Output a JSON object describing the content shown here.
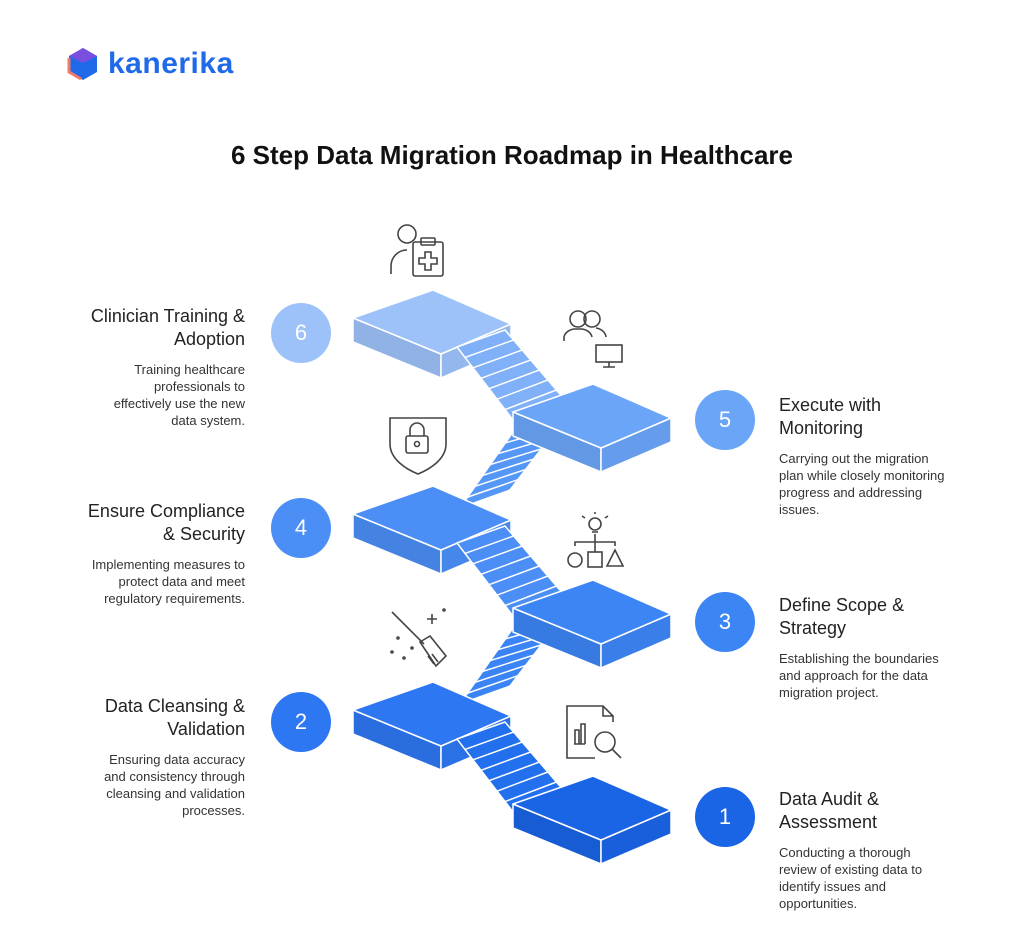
{
  "brand": {
    "name": "kanerika"
  },
  "title": "6 Step Data Migration Roadmap in Healthcare",
  "steps": [
    {
      "number": "1",
      "title": "Data Audit & Assessment",
      "description": "Conducting a thorough review of existing data to identify issues and opportunities.",
      "color": "#1a64e6",
      "icon": "document-chart-search-icon"
    },
    {
      "number": "2",
      "title": "Data Cleansing & Validation",
      "description": "Ensuring data accuracy and consistency through cleansing and validation processes.",
      "color": "#2d77f2",
      "icon": "broom-sparkle-icon"
    },
    {
      "number": "3",
      "title": "Define Scope & Strategy",
      "description": "Establishing the boundaries and approach for the data migration project.",
      "color": "#3c85f5",
      "icon": "idea-hierarchy-icon"
    },
    {
      "number": "4",
      "title": "Ensure Compliance & Security",
      "description": "Implementing measures to protect data and meet regulatory requirements.",
      "color": "#4a8ef6",
      "icon": "shield-lock-icon"
    },
    {
      "number": "5",
      "title": "Execute with Monitoring",
      "description": "Carrying out the migration plan while closely monitoring progress and addressing issues.",
      "color": "#6aa5f8",
      "icon": "users-monitor-icon"
    },
    {
      "number": "6",
      "title": "Clinician Training & Adoption",
      "description": "Training healthcare professionals to effectively use the new data system.",
      "color": "#9cc2f9",
      "icon": "clinician-clipboard-icon"
    }
  ]
}
